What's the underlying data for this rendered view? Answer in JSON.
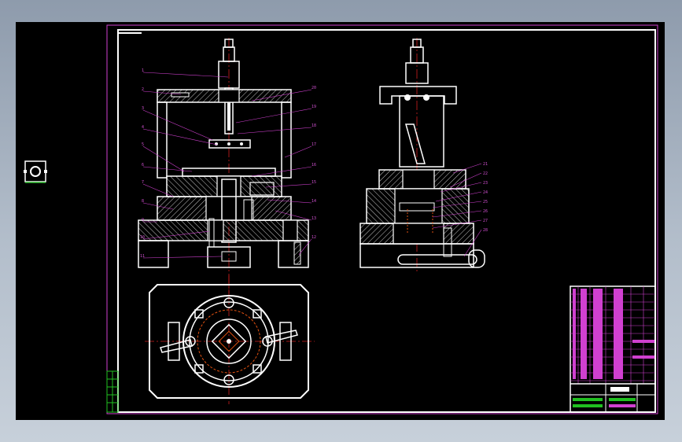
{
  "viewport": {
    "background": "#000000"
  },
  "colors": {
    "sheet_border": "#d040d0",
    "geometry": "#ffffff",
    "hatch": "#c8c8c8",
    "centerline": "#d02020",
    "leader": "#d040d0",
    "hidden": "#e05010",
    "title_block": "#d040d0",
    "title_fill": "#20c020"
  },
  "part_labels": [
    "1",
    "2",
    "3",
    "4",
    "5",
    "6",
    "7",
    "8",
    "9",
    "10",
    "11",
    "12",
    "13",
    "14",
    "15",
    "16",
    "17",
    "18",
    "19",
    "20",
    "21",
    "22",
    "23",
    "24",
    "25",
    "26",
    "27",
    "28"
  ],
  "views": {
    "front_section": "front-section-view",
    "side_view": "side-view",
    "top_view": "top-view",
    "thumbnail": "thumbnail-preview"
  }
}
